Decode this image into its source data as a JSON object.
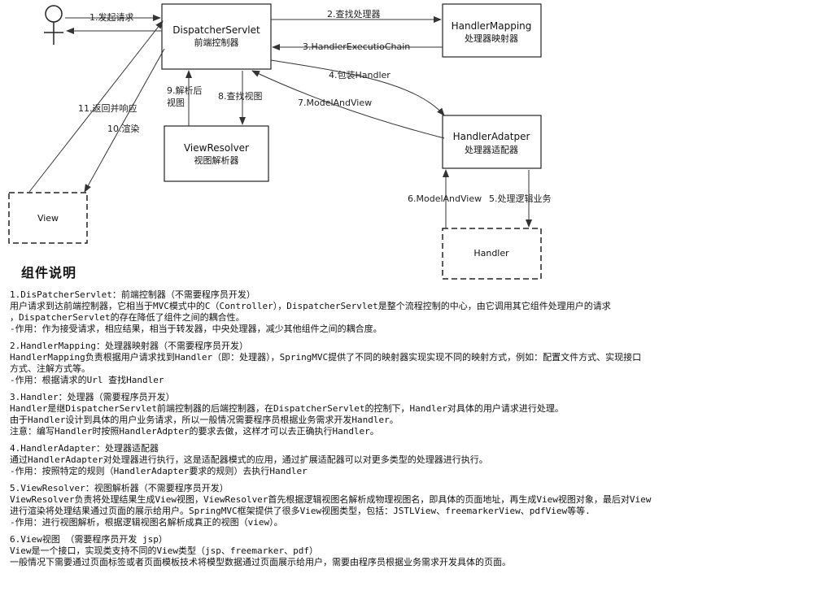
{
  "diagram": {
    "nodes": {
      "dispatcher": {
        "line1": "DispatcherServlet",
        "line2": "前端控制器"
      },
      "handler_mapping": {
        "line1": "HandlerMapping",
        "line2": "处理器映射器"
      },
      "handler_adapter": {
        "line1": "HandlerAdatper",
        "line2": "处理器适配器"
      },
      "view_resolver": {
        "line1": "ViewResolver",
        "line2": "视图解析器"
      },
      "view": {
        "line1": "View"
      },
      "handler": {
        "line1": "Handler"
      }
    },
    "edges": {
      "e1": "1.发起请求",
      "e2": "2.查找处理器",
      "e3": "3.HandlerExecutioChain",
      "e4": "4.包装Handler",
      "e5": "5.处理逻辑业务",
      "e6": "6.ModelAndView",
      "e7": "7.ModelAndView",
      "e8": "8.查找视图",
      "e9a": "9.解析后",
      "e9b": "视图",
      "e10": "10.渲染",
      "e11": "11.返回并响应"
    }
  },
  "notes": {
    "title": "组件说明",
    "sections": [
      {
        "lines": [
          "1.DisPatcherServlet：前端控制器（不需要程序员开发）",
          "用户请求到达前端控制器，它相当于MVC模式中的C（Controller），DispatcherServlet是整个流程控制的中心，由它调用其它组件处理用户的请求",
          "，DispatcherServlet的存在降低了组件之间的耦合性。",
          "-作用：作为接受请求，相应结果，相当于转发器，中央处理器，减少其他组件之间的耦合度。"
        ]
      },
      {
        "lines": [
          "2.HandlerMapping：处理器映射器（不需要程序员开发）",
          "HandlerMapping负责根据用户请求找到Handler（即：处理器），SpringMVC提供了不同的映射器实现实现不同的映射方式，例如：配置文件方式、实现接口",
          "方式、注解方式等。",
          "-作用：根据请求的Url 查找Handler"
        ]
      },
      {
        "lines": [
          "3.Handler：处理器（需要程序员开发）",
          "Handler是继DispatcherServlet前端控制器的后端控制器，在DispatcherServlet的控制下，Handler对具体的用户请求进行处理。",
          "由于Handler设计到具体的用户业务请求，所以一般情况需要程序员根据业务需求开发Handler。",
          "注意：编写Handler时按照HandlerAdpter的要求去做，这样才可以去正确执行Handler。"
        ]
      },
      {
        "lines": [
          "4.HandlerAdapter：处理器适配器",
          "通过HandlerAdapter对处理器进行执行，这是适配器模式的应用，通过扩展适配器可以对更多类型的处理器进行执行。",
          "-作用：按照特定的规则（HandlerAdapter要求的规则）去执行Handler"
        ]
      },
      {
        "lines": [
          "5.ViewResolver：视图解析器（不需要程序员开发）",
          "ViewResolver负责将处理结果生成View视图，ViewResolver首先根据逻辑视图名解析成物理视图名，即具体的页面地址，再生成View视图对象，最后对View",
          "进行渲染将处理结果通过页面的展示给用户。SpringMVC框架提供了很多View视图类型，包括：JSTLView、freemarkerView、pdfView等等.",
          "-作用：进行视图解析，根据逻辑视图名解析成真正的视图（view）。"
        ]
      },
      {
        "lines": [
          "6.View视图  （需要程序员开发 jsp）",
          "View是一个接口，实现类支持不同的View类型（jsp、freemarker、pdf）",
          "一般情况下需要通过页面标签或者页面模板技术将模型数据通过页面展示给用户，需要由程序员根据业务需求开发具体的页面。"
        ]
      }
    ]
  }
}
